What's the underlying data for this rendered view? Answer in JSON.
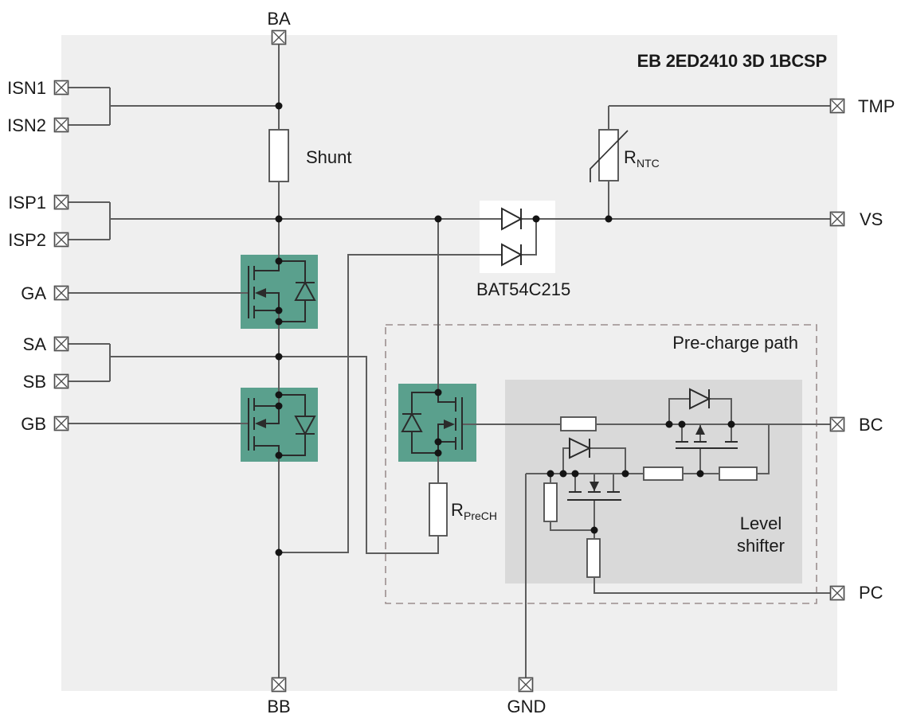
{
  "title": "EB 2ED2410 3D 1BCSP",
  "pins": {
    "ba": "BA",
    "isn1": "ISN1",
    "isn2": "ISN2",
    "isp1": "ISP1",
    "isp2": "ISP2",
    "ga": "GA",
    "sa": "SA",
    "sb": "SB",
    "gb": "GB",
    "tmp": "TMP",
    "vs": "VS",
    "bc": "BC",
    "pc": "PC",
    "bb": "BB",
    "gnd": "GND"
  },
  "components": {
    "shunt": "Shunt",
    "bat54": "BAT54C215",
    "rntc_main": "R",
    "rntc_sub": "NTC",
    "rprech_main": "R",
    "rprech_sub": "PreCH"
  },
  "regions": {
    "precharge": "Pre-charge path",
    "level_line1": "Level",
    "level_line2": "shifter"
  },
  "colors": {
    "mosfet_green": "#5aa08d",
    "panel_bg": "#efefef",
    "level_shifter_bg": "#d9d9d9",
    "dash_border": "#9b8e8e"
  }
}
